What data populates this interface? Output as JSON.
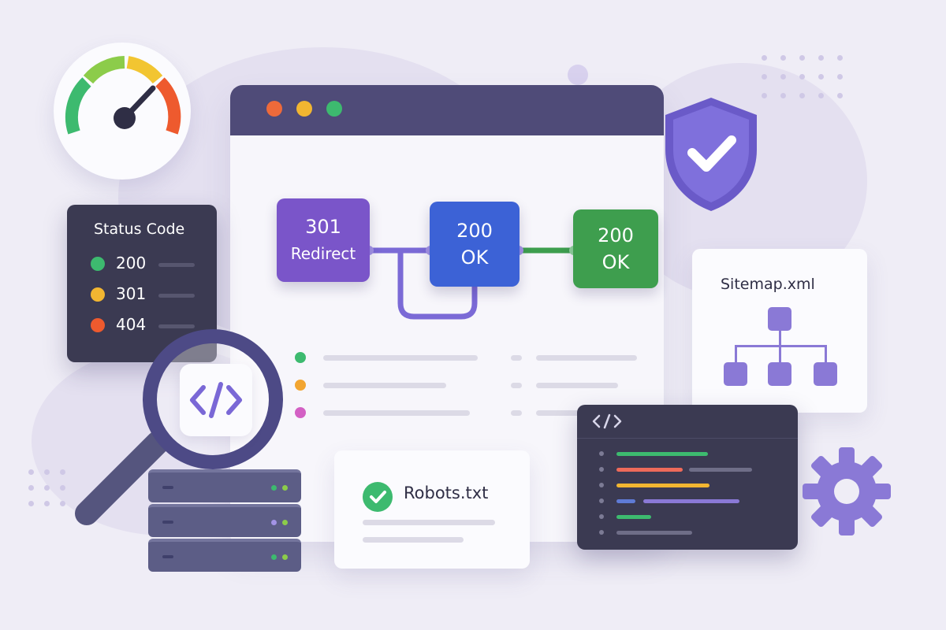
{
  "status_panel": {
    "title": "Status Code",
    "codes": [
      {
        "code": "200",
        "color": "#3dba6f"
      },
      {
        "code": "301",
        "color": "#f2b631"
      },
      {
        "code": "404",
        "color": "#ee5a2e"
      }
    ]
  },
  "redirect_flow": {
    "steps": [
      {
        "code": "301",
        "label": "Redirect",
        "color": "#7a55c9"
      },
      {
        "code": "200",
        "label": "OK",
        "color": "#3c62d6"
      },
      {
        "code": "200",
        "label": "OK",
        "color": "#3e9e4e"
      }
    ],
    "connector_color": "#7b6ad6"
  },
  "sitemap_card": {
    "title": "Sitemap.xml"
  },
  "robots_card": {
    "title": "Robots.txt"
  },
  "code_panel": {
    "header_icon": "code-brackets-icon"
  },
  "magnifier": {
    "icon": "code-brackets-icon"
  },
  "colors": {
    "window_titlebar": "#4f4b78",
    "accent_purple": "#7a55c9",
    "shield": "#7a6ad8",
    "gear": "#8a79d6"
  },
  "gauge": {
    "icon": "speedometer-icon"
  },
  "shield": {
    "icon": "shield-check-icon"
  }
}
